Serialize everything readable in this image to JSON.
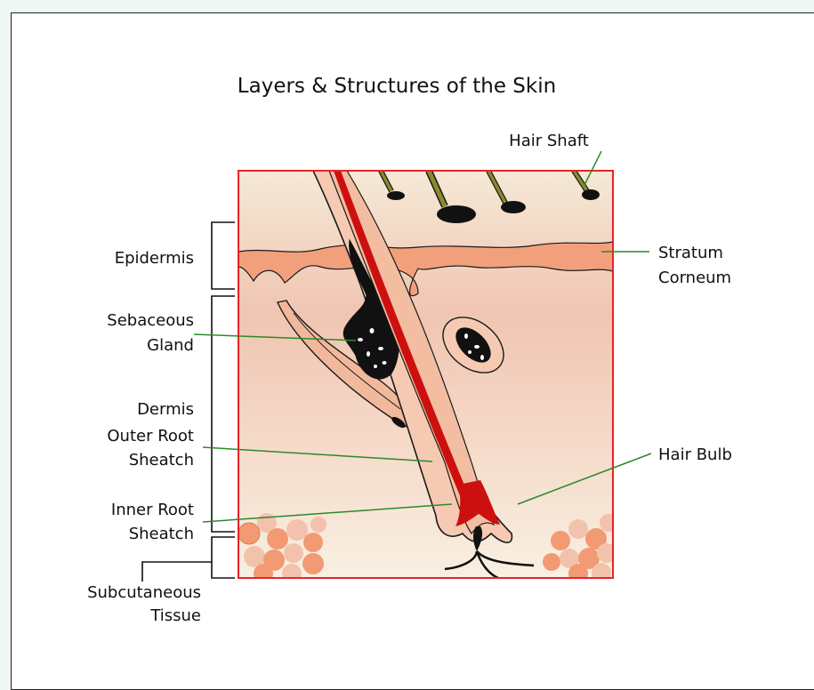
{
  "title": "Layers & Structures of the Skin",
  "labels": {
    "hair_shaft": "Hair Shaft",
    "epidermis": "Epidermis",
    "stratum_corneum": [
      "Stratum",
      "Corneum"
    ],
    "sebaceous_gland": [
      "Sebaceous",
      "Gland"
    ],
    "dermis": "Dermis",
    "outer_root_sheath": [
      "Outer Root",
      "Sheatch"
    ],
    "inner_root_sheath": [
      "Inner Root",
      "Sheatch"
    ],
    "hair_bulb": "Hair Bulb",
    "subcutaneous_tissue": [
      "Subcutaneous",
      "Tissue"
    ]
  },
  "colors": {
    "border": "#e8232a",
    "leader_line": "#2a8a2a",
    "stratum": "#f2a07c",
    "epidermis_top": "#f5e8d4",
    "dermis": "#f3c7b3",
    "follicle": "#f7cfb8",
    "fat_cell": "#f29a74",
    "hair_red": "#cc1010"
  }
}
